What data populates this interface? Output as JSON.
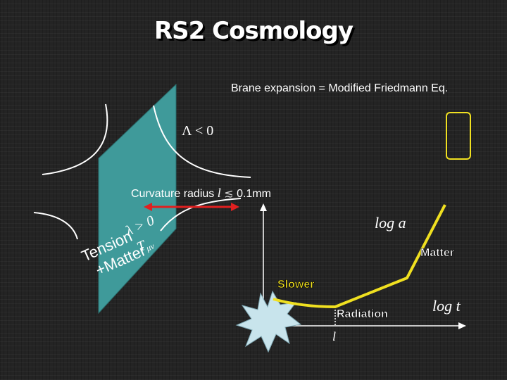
{
  "title": "RS2 Cosmology",
  "subtitle": "Brane expansion = Modified Friedmann Eq.",
  "bulk_label": "Λ < 0",
  "curvature": {
    "prefix": "Curvature radius",
    "symbol": "l",
    "relation": "≲",
    "value": "0.1mm"
  },
  "brane": {
    "tension_symbol": "λ > 0",
    "tensor_symbol": "T",
    "tensor_index": "μν",
    "label_line1": "Tension",
    "label_line2": "+Matter"
  },
  "graph": {
    "y_axis_label": "log a",
    "x_axis_label": "log t",
    "x_marker_label": "l",
    "phase_matter": "Matter",
    "phase_slower": "Slower",
    "phase_radiation": "Radiation"
  },
  "colors": {
    "brane_fill": "#3f9a9a",
    "arrow": "#e02020",
    "curve": "#f0e020",
    "burst": "#c8e4ec",
    "square": "#f0e020"
  }
}
